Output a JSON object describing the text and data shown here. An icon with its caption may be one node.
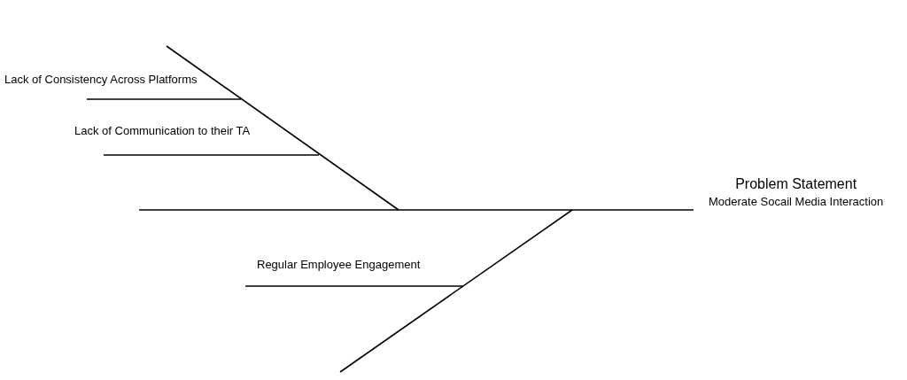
{
  "diagram": {
    "nodes": [
      {
        "text": [
          "Problem Statement",
          "Moderate Socail Media Interaction"
        ]
      }
    ],
    "edges": [],
    "labels": [
      "Lack of Consistency Across Platforms",
      "Lack of Communication to their TA",
      "Regular Employee Engagement"
    ]
  }
}
